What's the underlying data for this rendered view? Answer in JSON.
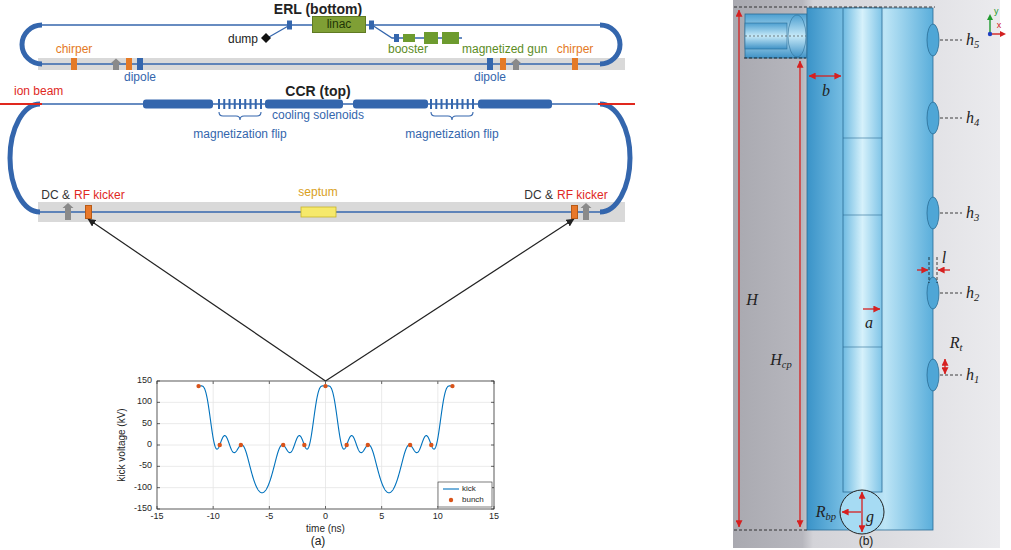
{
  "diagram": {
    "nodes": [
      {
        "text": [
          "linac"
        ]
      },
      {
        "text": [
          "DC &",
          "RF kicker"
        ]
      },
      {
        "text": [
          "DC &",
          "RF kicker"
        ]
      },
      {
        "text": [
          "kick voltage (kV)",
          "time (ns)"
        ]
      }
    ],
    "edges": [
      {
        "from": 3,
        "to": 1,
        "arrow": "to"
      },
      {
        "from": 3,
        "to": 2,
        "arrow": "to"
      }
    ],
    "labels": [
      "ERL (bottom)",
      "dump",
      "booster",
      "magnetized gun",
      "chirper",
      "dipole",
      "dipole",
      "chirper",
      "CCR (top)",
      "ion beam",
      "cooling solenoids",
      "magnetization flip",
      "magnetization flip",
      "septum",
      "150",
      "100",
      "50",
      "0",
      "-50",
      "-100",
      "-150",
      "-15",
      "-10",
      "-5",
      "0",
      "5",
      "10",
      "15",
      "(a)",
      "y",
      "x",
      "h5",
      "b",
      "H",
      "Hcp",
      "h4",
      "h3",
      "l",
      "h2",
      "Rt",
      "h1",
      "a",
      "Rbp",
      "g",
      "(b)"
    ],
    "legend": [
      {
        "text": "kick"
      },
      {
        "text": "bunch"
      }
    ]
  }
}
